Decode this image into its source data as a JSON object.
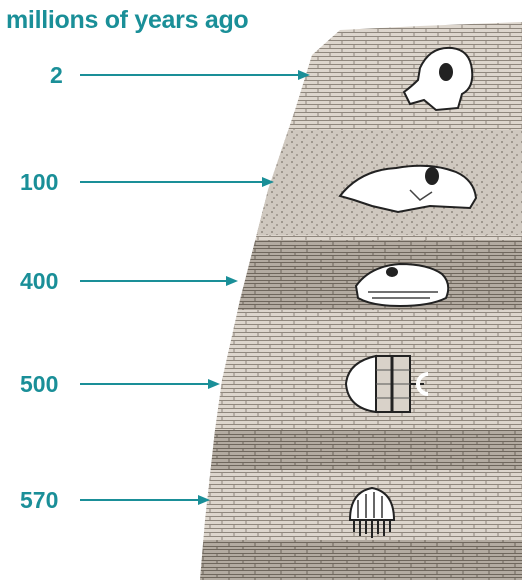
{
  "title": "millions of years ago",
  "colors": {
    "label": "#1a8f98",
    "rock": "#d9d2c9",
    "rock_band": "#a39b91",
    "fossil": "#ffffff"
  },
  "markers": [
    {
      "label": "2",
      "fossil": "human-skull-icon"
    },
    {
      "label": "100",
      "fossil": "dinosaur-skull-icon"
    },
    {
      "label": "400",
      "fossil": "fish-fossil-icon"
    },
    {
      "label": "500",
      "fossil": "trilobite-icon"
    },
    {
      "label": "570",
      "fossil": "jellyfish-icon"
    }
  ]
}
